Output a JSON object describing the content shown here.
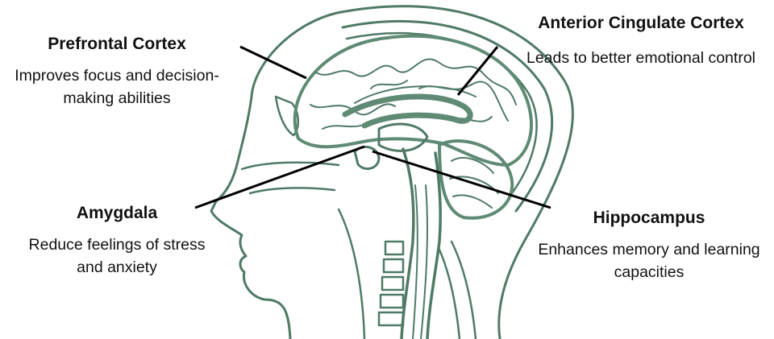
{
  "labels": {
    "prefrontal": {
      "title": "Prefrontal Cortex",
      "desc": "Improves focus and decision-making abilities"
    },
    "acc": {
      "title": "Anterior Cingulate Cortex",
      "desc": "Leads to better emotional control"
    },
    "amygdala": {
      "title": "Amygdala",
      "desc": "Reduce feelings of stress and anxiety"
    },
    "hippocampus": {
      "title": "Hippocampus",
      "desc": "Enhances memory and learning capacities"
    }
  },
  "colors": {
    "anatomy_stroke": "#4f7a66",
    "anatomy_fill": "#5f8a74",
    "pointer_line": "#000000",
    "text": "#111111"
  }
}
